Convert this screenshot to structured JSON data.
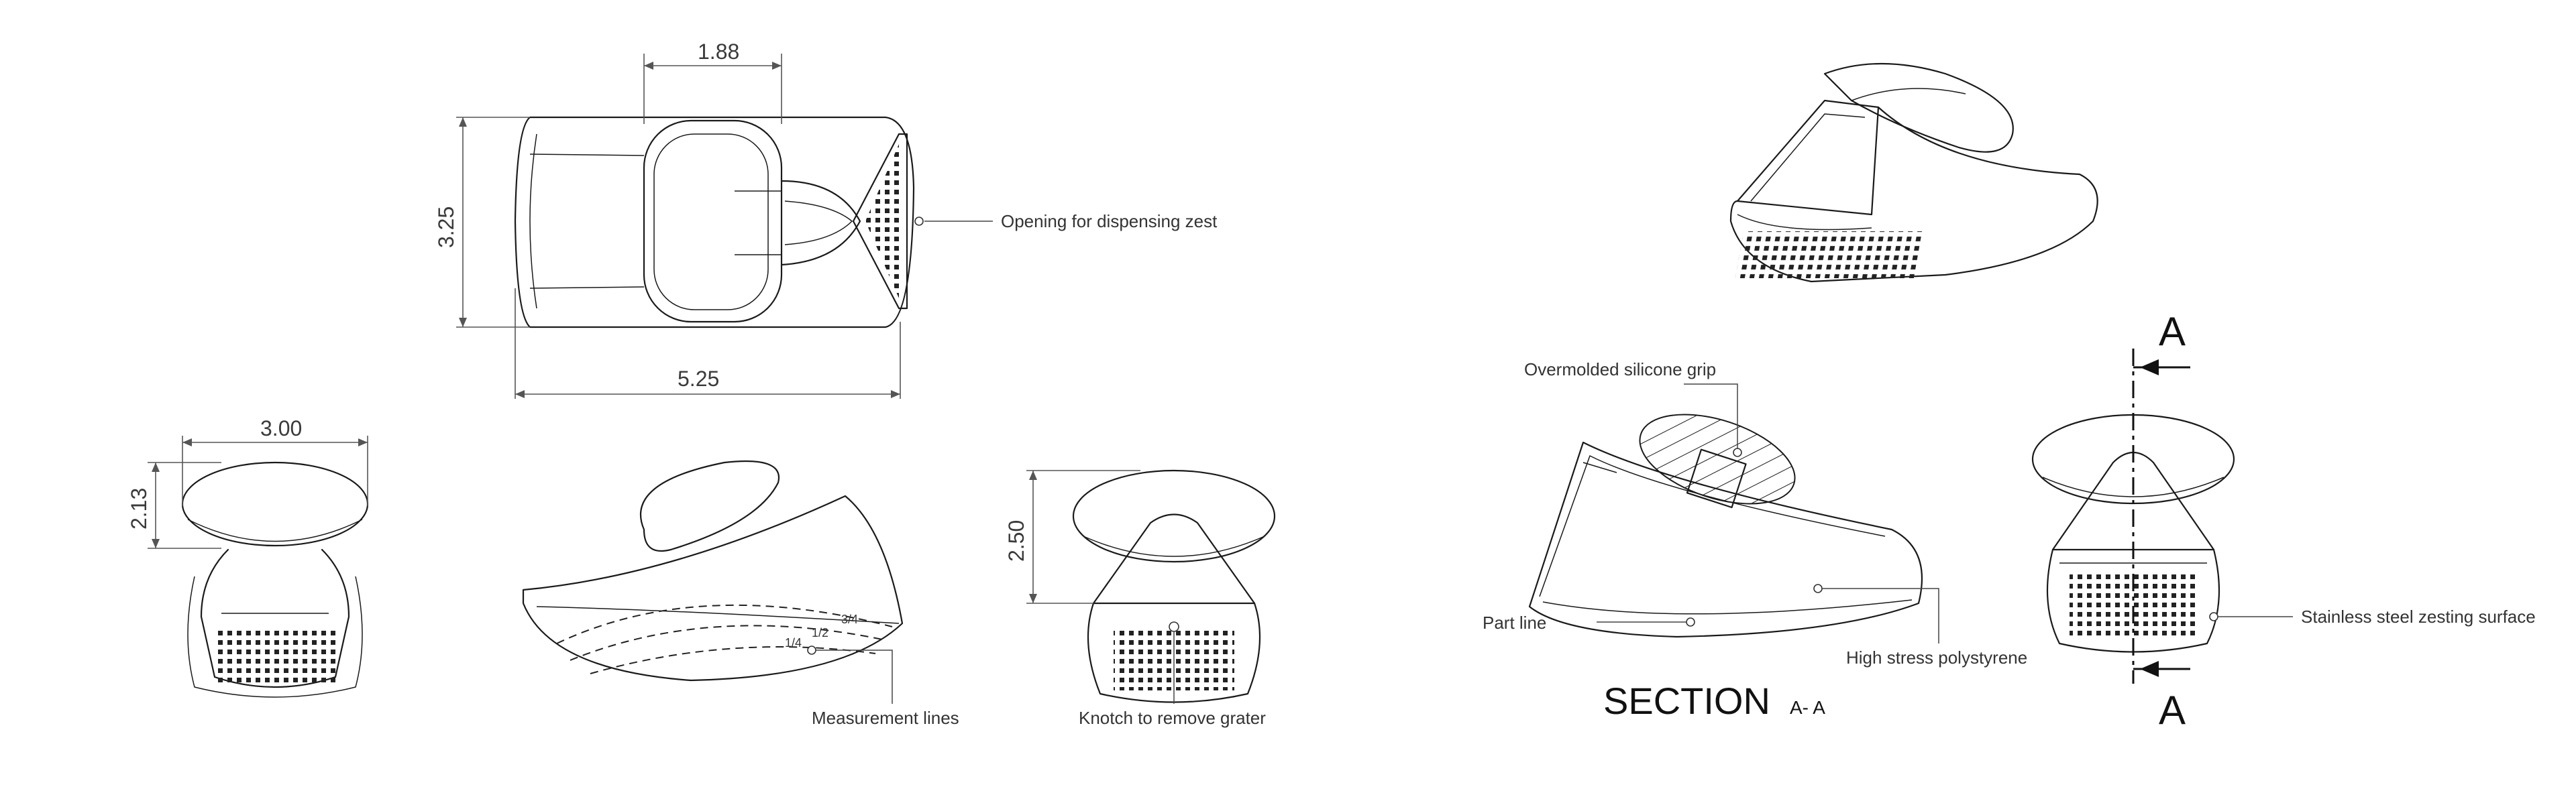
{
  "dimensions": {
    "top_width": "1.88",
    "top_height": "3.25",
    "top_length": "5.25",
    "end_width": "3.00",
    "end_height": "2.13",
    "front_height": "2.50"
  },
  "labels": {
    "opening": "Opening for dispensing zest",
    "measurement": "Measurement lines",
    "knotch": "Knotch to remove grater",
    "grip": "Overmolded silicone grip",
    "part_line": "Part line",
    "polystyrene": "High stress polystyrene",
    "zesting": "Stainless steel zesting surface"
  },
  "measure_marks": {
    "quarter": "1/4",
    "half": "1/2",
    "three_quarter": "3/4"
  },
  "section": {
    "title": "SECTION",
    "id": "A- A",
    "arrow_top": "A",
    "arrow_bottom": "A"
  }
}
